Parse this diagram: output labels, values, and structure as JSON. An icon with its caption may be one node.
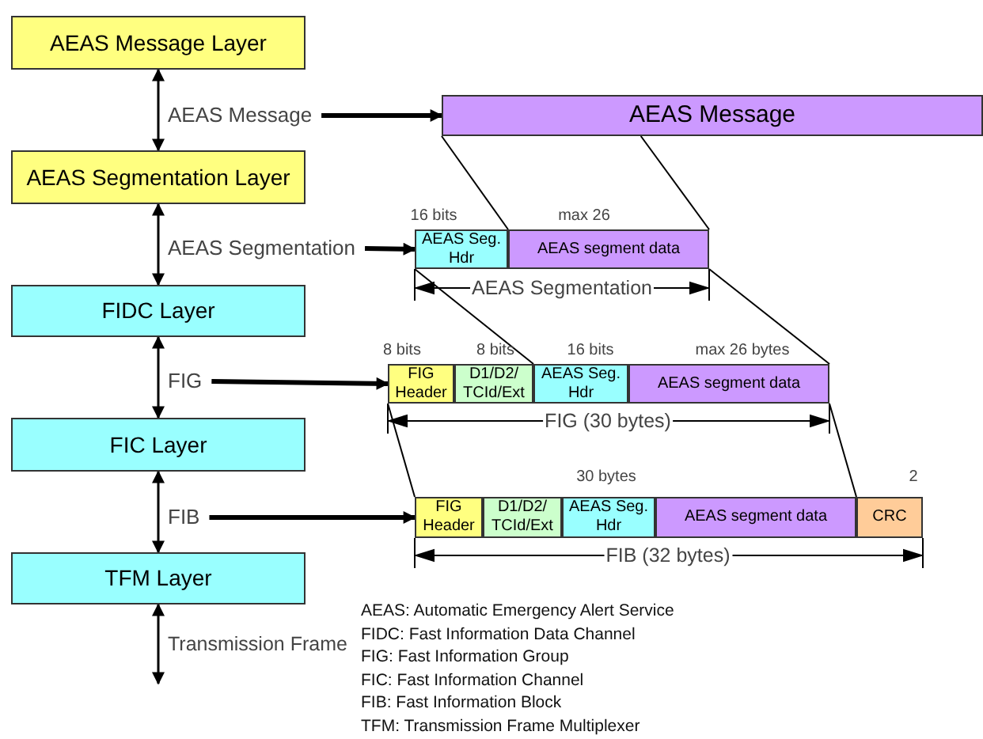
{
  "diagram": {
    "nodes": [
      {
        "text": [
          "AEAS Message Layer"
        ]
      },
      {
        "text": [
          "AEAS Segmentation Layer"
        ]
      },
      {
        "text": [
          "FIDC Layer"
        ]
      },
      {
        "text": [
          "FIC Layer"
        ]
      },
      {
        "text": [
          "TFM Layer"
        ]
      },
      {
        "text": [
          "AEAS Message"
        ]
      },
      {
        "text": [
          "AEAS Message"
        ]
      },
      {
        "text": [
          "AEAS Segmentation"
        ]
      },
      {
        "text": [
          "AEAS Seg. Hdr"
        ]
      },
      {
        "text": [
          "AEAS segment data"
        ]
      },
      {
        "text": [
          "FIG"
        ]
      },
      {
        "text": [
          "FIG Header"
        ]
      },
      {
        "text": [
          "D1/D2/ TCId/Ext"
        ]
      },
      {
        "text": [
          "AEAS Seg. Hdr"
        ]
      },
      {
        "text": [
          "AEAS segment data"
        ]
      },
      {
        "text": [
          "FIB"
        ]
      },
      {
        "text": [
          "FIG Header"
        ]
      },
      {
        "text": [
          "D1/D2/ TCId/Ext"
        ]
      },
      {
        "text": [
          "AEAS Seg. Hdr"
        ]
      },
      {
        "text": [
          "AEAS segment data"
        ]
      },
      {
        "text": [
          "CRC"
        ]
      }
    ],
    "edges": [
      {
        "from": 0,
        "to": 1,
        "arrow": "both"
      },
      {
        "from": 1,
        "to": 2,
        "arrow": "both"
      },
      {
        "from": 2,
        "to": 3,
        "arrow": "both"
      },
      {
        "from": 3,
        "to": 4,
        "arrow": "both"
      },
      {
        "from": 4,
        "to": null,
        "arrow": "both",
        "label": "Transmission Frame"
      },
      {
        "from": 5,
        "to": 6,
        "arrow": "to",
        "style": "thick"
      },
      {
        "from": 7,
        "to": 8,
        "arrow": "to",
        "style": "thick"
      },
      {
        "from": 10,
        "to": 11,
        "arrow": "to",
        "style": "thick"
      },
      {
        "from": 15,
        "to": 16,
        "arrow": "to",
        "style": "thick"
      },
      {
        "from": 6,
        "to": 9,
        "arrow": "none"
      },
      {
        "from": 6,
        "to": 9,
        "arrow": "none"
      },
      {
        "from": 8,
        "to": 13,
        "arrow": "none"
      },
      {
        "from": 9,
        "to": 14,
        "arrow": "none"
      },
      {
        "from": 11,
        "to": 16,
        "arrow": "none"
      },
      {
        "from": 14,
        "to": 19,
        "arrow": "none"
      }
    ],
    "labels": [
      "16 bits",
      "max 26",
      "AEAS Segmentation",
      "8 bits",
      "8 bits",
      "16 bits",
      "max 26 bytes",
      "FIG (30 bytes)",
      "30 bytes",
      "2",
      "FIB (32 bytes)",
      "AEAS: Automatic Emergency Alert Service",
      "FIDC: Fast Information Data Channel",
      "FIG: Fast Information Group",
      "FIC: Fast Information Channel",
      "FIB: Fast Information Block",
      "TFM: Transmission Frame Multiplexer"
    ]
  }
}
